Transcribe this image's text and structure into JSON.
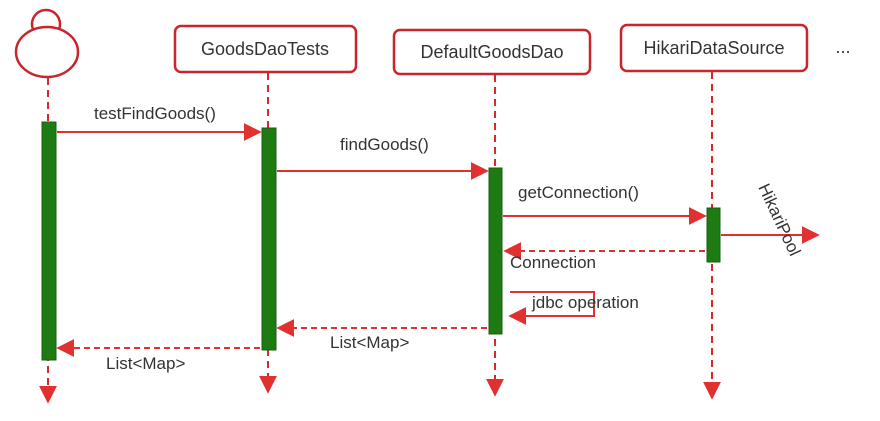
{
  "participants": [
    {
      "name": "GoodsDaoTests"
    },
    {
      "name": "DefaultGoodsDao"
    },
    {
      "name": "HikariDataSource"
    }
  ],
  "more_indicator": "...",
  "messages": [
    {
      "label": "testFindGoods()",
      "kind": "call"
    },
    {
      "label": "findGoods()",
      "kind": "call"
    },
    {
      "label": "getConnection()",
      "kind": "call"
    },
    {
      "label": "Connection",
      "kind": "return"
    },
    {
      "label": "jdbc operation",
      "kind": "self"
    },
    {
      "label": "List<Map>",
      "kind": "return"
    },
    {
      "label": "List<Map>",
      "kind": "return"
    }
  ],
  "external_target": "HikariPool",
  "colors": {
    "border": "#c8262c",
    "arrow": "#e03030",
    "activation": "#1e7a12"
  }
}
